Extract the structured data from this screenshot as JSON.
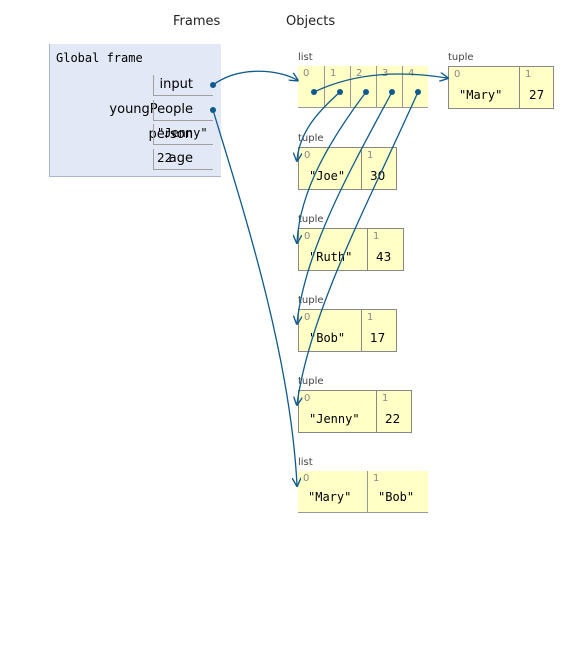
{
  "headers": {
    "frames": "Frames",
    "objects": "Objects"
  },
  "global_frame": {
    "title": "Global frame",
    "vars": [
      {
        "name": "input",
        "value": ""
      },
      {
        "name": "youngPeople",
        "value": ""
      },
      {
        "name": "person",
        "value": "\"Jenny\""
      },
      {
        "name": "age",
        "value": "22"
      }
    ]
  },
  "objects": {
    "list_input": {
      "label": "list",
      "indices": [
        "0",
        "1",
        "2",
        "3",
        "4"
      ]
    },
    "tuple_mary": {
      "label": "tuple",
      "idx0": "0",
      "idx1": "1",
      "v0": "\"Mary\"",
      "v1": "27"
    },
    "tuple_joe": {
      "label": "tuple",
      "idx0": "0",
      "idx1": "1",
      "v0": "\"Joe\"",
      "v1": "30"
    },
    "tuple_ruth": {
      "label": "tuple",
      "idx0": "0",
      "idx1": "1",
      "v0": "\"Ruth\"",
      "v1": "43"
    },
    "tuple_bob": {
      "label": "tuple",
      "idx0": "0",
      "idx1": "1",
      "v0": "\"Bob\"",
      "v1": "17"
    },
    "tuple_jenny": {
      "label": "tuple",
      "idx0": "0",
      "idx1": "1",
      "v0": "\"Jenny\"",
      "v1": "22"
    },
    "list_young": {
      "label": "list",
      "idx0": "0",
      "idx1": "1",
      "v0": "\"Mary\"",
      "v1": "\"Bob\""
    }
  },
  "colors": {
    "frame_bg": "#e2e8f5",
    "object_bg": "#ffffc6",
    "arrow": "#0f5a8c"
  }
}
